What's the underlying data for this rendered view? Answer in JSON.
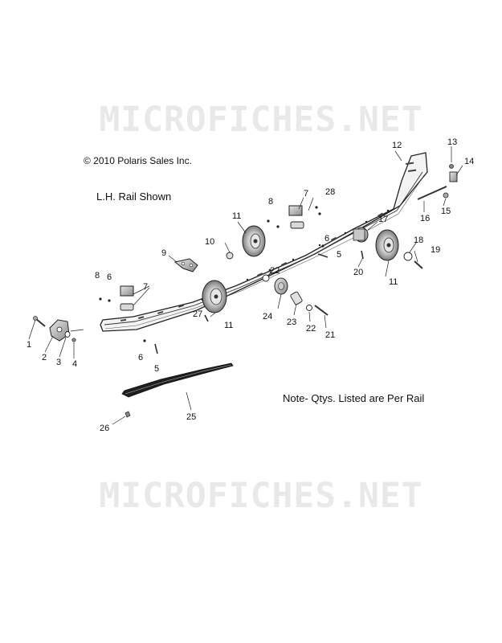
{
  "watermark": {
    "top_text": "MICROFICHES.NET",
    "bottom_text": "MICROFICHES.NET"
  },
  "copyright": "© 2010 Polaris Sales Inc.",
  "rail_note": "L.H. Rail Shown",
  "qty_note": "Note- Qtys. Listed are Per Rail",
  "callouts": [
    "1",
    "2",
    "3",
    "4",
    "5",
    "5",
    "6",
    "6",
    "6",
    "7",
    "7",
    "8",
    "8",
    "9",
    "10",
    "11",
    "11",
    "11",
    "12",
    "13",
    "14",
    "15",
    "16",
    "17",
    "18",
    "19",
    "20",
    "21",
    "22",
    "22",
    "23",
    "24",
    "25",
    "26",
    "27",
    "28"
  ]
}
